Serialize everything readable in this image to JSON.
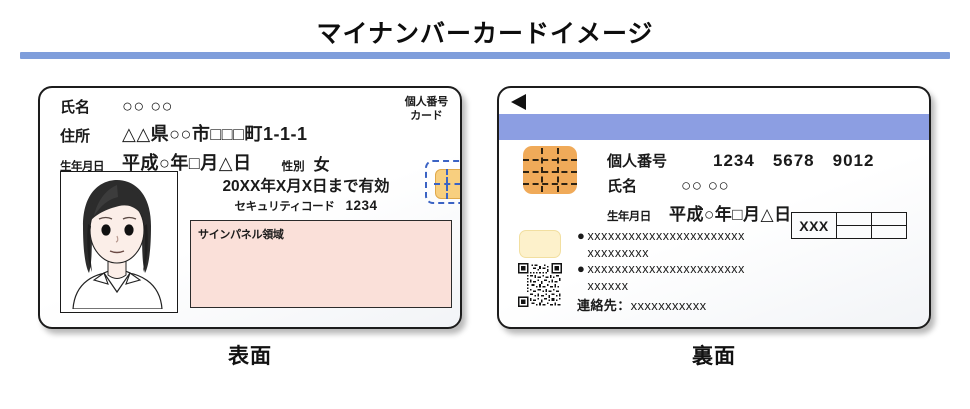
{
  "header": {
    "title": "マイナンバーカードイメージ",
    "rule_color": "#7f9edb"
  },
  "front_card": {
    "kind_label_line1": "個人番号",
    "kind_label_line2": "カード",
    "fields": {
      "name_label": "氏名",
      "name_value": "○○ ○○",
      "address_label": "住所",
      "address_value": "△△県○○市□□□町1-1-1",
      "dob_label": "生年月日",
      "dob_value": "平成○年□月△日",
      "sex_label": "性別",
      "sex_value": "女"
    },
    "validity_text": "20XX年X月X日まで有効",
    "security_code_label": "セキュリティコード",
    "security_code_value": "1234",
    "sign_panel_label": "サインパネル領域",
    "sign_panel_color": "#fae0d9",
    "chip_color": "#f8cf7f",
    "chip_outline_color": "#3b63c4",
    "photo_alt": "portrait-illustration"
  },
  "back_card": {
    "band_color": "#8c9ee2",
    "arrow": "left-triangle",
    "chip_color": "#f0aa59",
    "fields": {
      "mynumber_label": "個人番号",
      "mynumber_value": "1234　5678　9012",
      "name_label": "氏名",
      "name_value": "○○ ○○",
      "dob_label": "生年月日",
      "dob_value": "平成○年□月△日"
    },
    "table": {
      "left_cell": "XXX",
      "right_cells": [
        "",
        "",
        "",
        ""
      ]
    },
    "bullets": [
      "xxxxxxxxxxxxxxxxxxxxxxx\nxxxxxxxxx",
      "xxxxxxxxxxxxxxxxxxxxxxx\nxxxxxx"
    ],
    "bullet_marker": "●",
    "contact_label": "連絡先：",
    "contact_value": "xxxxxxxxxxx",
    "yellow_pad_color": "#fdf1cb",
    "qr_alt": "qr-code"
  },
  "captions": {
    "front": "表面",
    "back": "裏面"
  }
}
